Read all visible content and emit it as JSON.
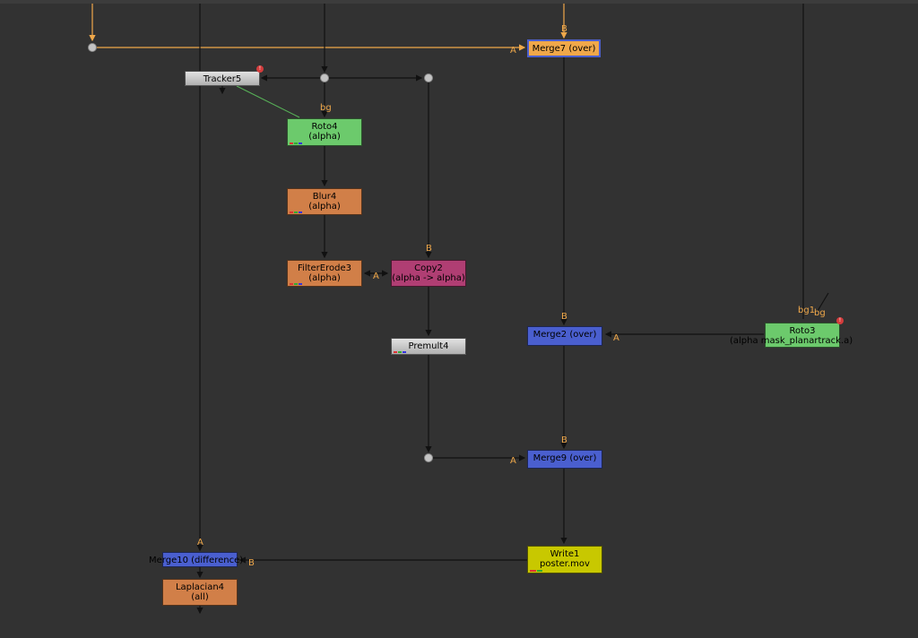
{
  "colors": {
    "background": "#323232",
    "wire": "#111111",
    "wire_highlight": "#f0a84a",
    "merge": "#4a5fcf",
    "roto": "#6cca6c",
    "filter": "#d17f48",
    "copy": "#b03e73",
    "neutral": "#cfcfcf",
    "write": "#c8c800",
    "input_label": "#f0a84a"
  },
  "nodes": {
    "merge7": {
      "name": "Merge7 (over)"
    },
    "tracker5": {
      "name": "Tracker5"
    },
    "roto4": {
      "name": "Roto4",
      "sub": "(alpha)"
    },
    "blur4": {
      "name": "Blur4",
      "sub": "(alpha)"
    },
    "filtererode3": {
      "name": "FilterErode3",
      "sub": "(alpha)"
    },
    "copy2": {
      "name": "Copy2",
      "sub": "(alpha -> alpha)"
    },
    "premult4": {
      "name": "Premult4"
    },
    "merge2": {
      "name": "Merge2 (over)"
    },
    "roto3": {
      "name": "Roto3",
      "sub": "(alpha mask_planartrack.a)"
    },
    "merge9": {
      "name": "Merge9 (over)"
    },
    "write1": {
      "name": "Write1",
      "sub": "poster.mov"
    },
    "merge10": {
      "name": "Merge10 (difference)"
    },
    "laplacian4": {
      "name": "Laplacian4",
      "sub": "(all)"
    }
  },
  "input_labels": {
    "merge7_b": "B",
    "merge7_a": "A",
    "roto4_bg": "bg",
    "copy2_b": "B",
    "filtererode3_a": "A",
    "merge2_b": "B",
    "merge2_a": "A",
    "roto3_bg1": "bg1",
    "roto3_bg": "bg",
    "merge9_b": "B",
    "merge9_a": "A",
    "merge10_a": "A",
    "merge10_b": "B"
  }
}
